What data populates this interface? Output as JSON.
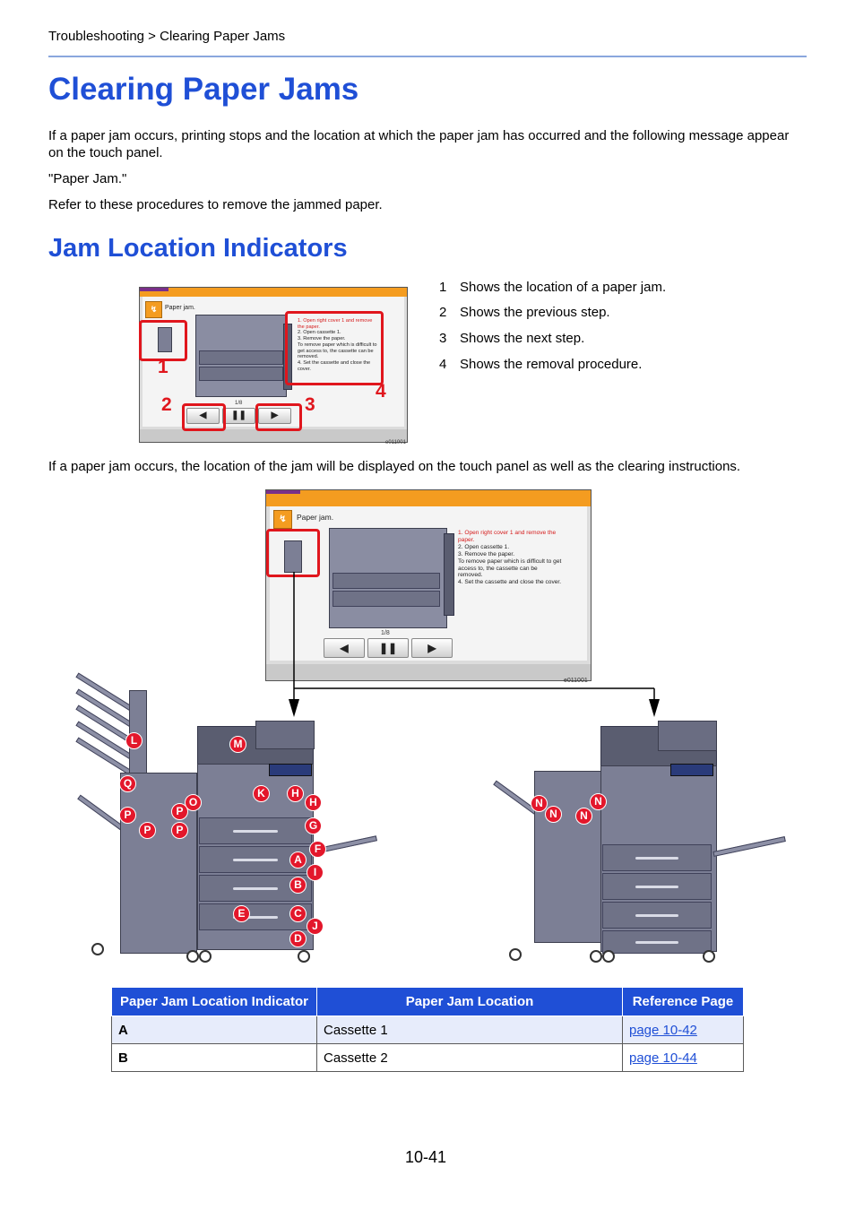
{
  "breadcrumb": "Troubleshooting > Clearing Paper Jams",
  "title": "Clearing Paper Jams",
  "intro": {
    "p1": "If a paper jam occurs, printing stops and the location at which the paper jam has occurred and the following message appear on the touch panel.",
    "p2": "\"Paper Jam.\"",
    "p3": "Refer to these procedures to remove the jammed paper."
  },
  "section_title": "Jam Location Indicators",
  "legend": [
    {
      "num": "1",
      "text": "Shows the location of a paper jam."
    },
    {
      "num": "2",
      "text": "Shows the previous step."
    },
    {
      "num": "3",
      "text": "Shows the next step."
    },
    {
      "num": "4",
      "text": "Shows the removal procedure."
    }
  ],
  "panel": {
    "message": "Paper jam.",
    "steps_red": "1. Open right cover 1 and remove the paper.",
    "steps_rest": [
      "2. Open cassette 1.",
      "3. Remove the paper.",
      "To remove paper which is difficult to get access to, the cassette can be removed.",
      "4. Set the cassette and close the cover."
    ],
    "page_indicator": "1/8",
    "image_code": "e011001",
    "callouts": [
      "1",
      "2",
      "3",
      "4"
    ]
  },
  "paragraph_2": "If a paper jam occurs, the location of the jam will be displayed on the touch panel as well as the clearing instructions.",
  "markers_left": [
    "L",
    "M",
    "Q",
    "O",
    "K",
    "H",
    "P",
    "P",
    "P",
    "P",
    "H",
    "G",
    "F",
    "A",
    "I",
    "B",
    "E",
    "C",
    "J",
    "D"
  ],
  "markers_right": [
    "N",
    "N",
    "N",
    "N"
  ],
  "table": {
    "headers": [
      "Paper Jam Location Indicator",
      "Paper Jam Location",
      "Reference Page"
    ],
    "rows": [
      {
        "indicator": "A",
        "location": "Cassette 1",
        "page": "page 10-42"
      },
      {
        "indicator": "B",
        "location": "Cassette 2",
        "page": "page 10-44"
      }
    ]
  },
  "page_number": "10-41",
  "colors": {
    "heading_blue": "#1f4fd6",
    "marker_red": "#e3172b",
    "panel_orange": "#f49c20"
  }
}
